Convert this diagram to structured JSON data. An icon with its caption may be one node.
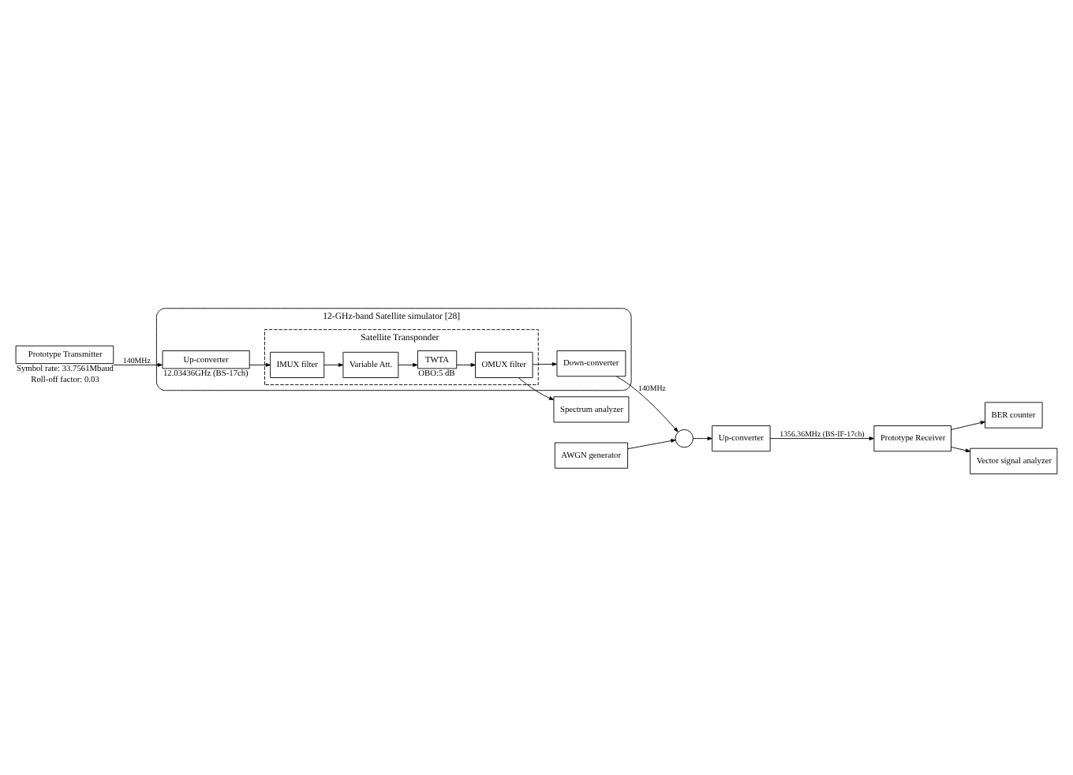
{
  "diagram": {
    "nodes": [
      {
        "text": [
          "Prototype Transmitter"
        ],
        "beside": [
          "Symbol rate: 33.7561Mbaud",
          "Roll-off factor: 0.03"
        ]
      },
      {
        "text": [
          "12-GHz-band Satellite simulator [28]"
        ]
      },
      {
        "text": [
          "Up-converter"
        ],
        "in": 1,
        "beside": [
          "12.03436GHz (BS-17ch)"
        ]
      },
      {
        "text": [
          "Satellite Transponder"
        ],
        "in": 1
      },
      {
        "text": [
          "IMUX filter"
        ],
        "in": 3
      },
      {
        "text": [
          "Variable Att."
        ],
        "in": 3
      },
      {
        "text": [
          "TWTA"
        ],
        "in": 3,
        "beside": [
          "OBO:5 dB"
        ]
      },
      {
        "text": [
          "OMUX filter"
        ],
        "in": 3
      },
      {
        "text": [
          "Down-converter"
        ],
        "in": 1
      },
      {
        "text": [
          "Spectrum analyzer"
        ]
      },
      {
        "text": [
          "AWGN generator"
        ]
      },
      {
        "text": [],
        "shape": "circle"
      },
      {
        "text": [
          "Up-converter"
        ]
      },
      {
        "text": [
          "Prototype Receiver"
        ]
      },
      {
        "text": [
          "BER counter"
        ]
      },
      {
        "text": [
          "Vector signal analyzer"
        ]
      }
    ],
    "edges": [
      {
        "from": 0,
        "to": 2,
        "arrow": "to",
        "label": "140MHz"
      },
      {
        "from": 2,
        "to": 4,
        "arrow": "to"
      },
      {
        "from": 4,
        "to": 5,
        "arrow": "to"
      },
      {
        "from": 5,
        "to": 6,
        "arrow": "to"
      },
      {
        "from": 6,
        "to": 7,
        "arrow": "to"
      },
      {
        "from": 7,
        "to": 8,
        "arrow": "to"
      },
      {
        "from": 7,
        "to": 9,
        "arrow": "to"
      },
      {
        "from": 8,
        "to": 11,
        "arrow": "to",
        "label": "140MHz"
      },
      {
        "from": 10,
        "to": 11,
        "arrow": "to"
      },
      {
        "from": 11,
        "to": 12,
        "arrow": "to"
      },
      {
        "from": 12,
        "to": 13,
        "arrow": "to",
        "label": "1356.36MHz (BS-IF-17ch)"
      },
      {
        "from": 13,
        "to": 14,
        "arrow": "to"
      },
      {
        "from": 13,
        "to": 15,
        "arrow": "to"
      }
    ]
  }
}
